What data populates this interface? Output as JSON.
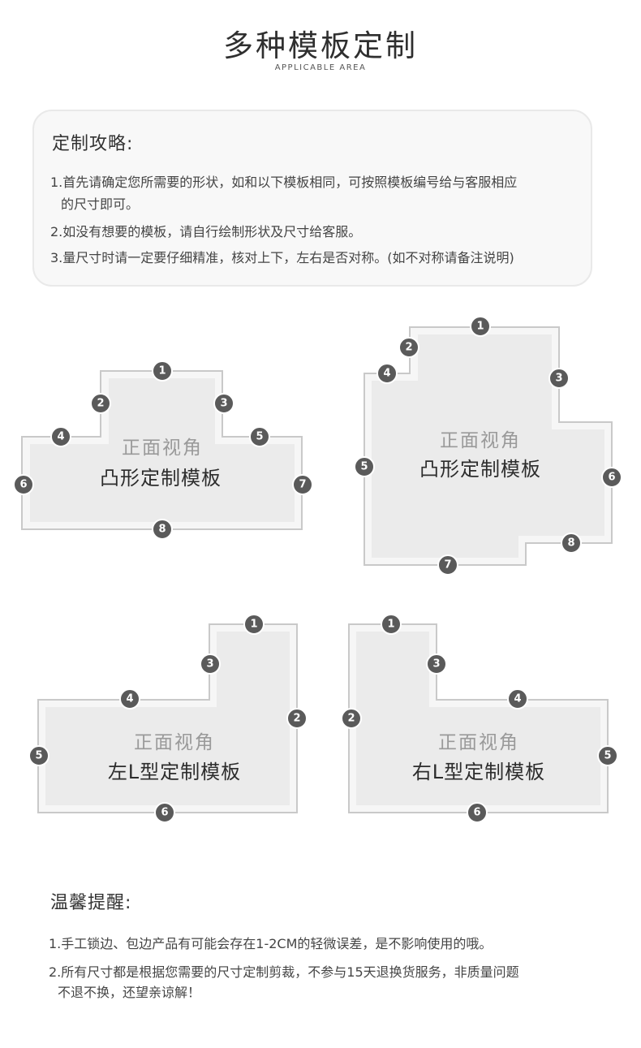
{
  "header": {
    "title": "多种模板定制",
    "subtitle": "APPLICABLE AREA"
  },
  "guide": {
    "title": "定制攻略:",
    "lines": [
      "1.首先请确定您所需要的形状，如和以下模板相同，可按照模板编号给与客服相应",
      "的尺寸即可。",
      "2.如没有想要的模板，请自行绘制形状及尺寸给客服。",
      "3.量尺寸时请一定要仔细精准，核对上下，左右是否对称。(如不对称请备注说明)"
    ]
  },
  "templates": [
    {
      "view": "正面视角",
      "name": "凸形定制模板",
      "badges": [
        "1",
        "2",
        "3",
        "4",
        "5",
        "6",
        "7",
        "8"
      ]
    },
    {
      "view": "正面视角",
      "name": "凸形定制模板",
      "badges": [
        "1",
        "2",
        "3",
        "4",
        "5",
        "6",
        "7",
        "8"
      ]
    },
    {
      "view": "正面视角",
      "name": "左L型定制模板",
      "badges": [
        "1",
        "2",
        "3",
        "4",
        "5",
        "6"
      ]
    },
    {
      "view": "正面视角",
      "name": "右L型定制模板",
      "badges": [
        "1",
        "2",
        "3",
        "4",
        "5",
        "6"
      ]
    }
  ],
  "colors": {
    "shape_border": "#c9c9c9",
    "shape_fill": "#ebebeb",
    "badge_fill": "#5a5a5a"
  },
  "tips": {
    "title": "温馨提醒:",
    "lines": [
      "1.手工锁边、包边产品有可能会存在1-2CM的轻微误差，是不影响使用的哦。",
      "2.所有尺寸都是根据您需要的尺寸定制剪裁，不参与15天退换货服务，非质量问题",
      "不退不换，还望亲谅解！"
    ]
  }
}
